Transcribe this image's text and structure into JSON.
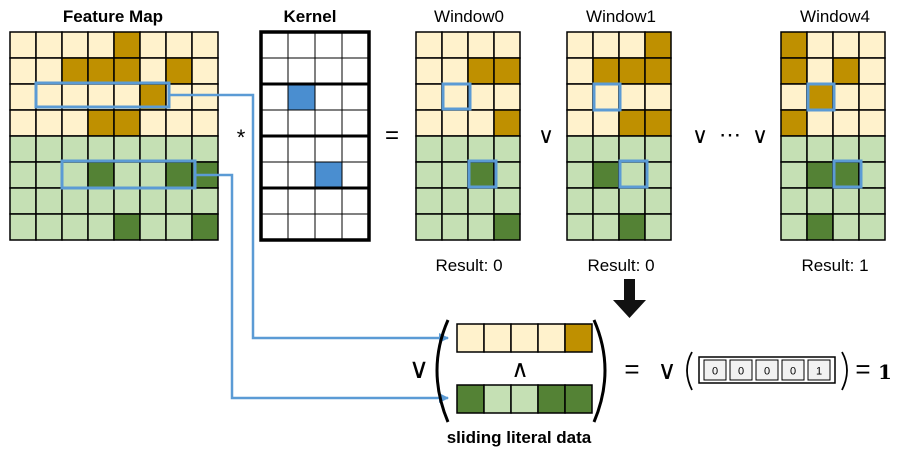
{
  "colors": {
    "light_yellow": "#fff2cc",
    "dark_yellow": "#bf9000",
    "light_green": "#c5e0b4",
    "dark_green": "#548235",
    "highlight_blue": "#5b9bd5",
    "kernel_blue": "#4a8ed0"
  },
  "labels": {
    "feature_map": "Feature Map",
    "kernel": "Kernel",
    "window0": "Window0",
    "window1": "Window1",
    "window4": "Window4",
    "result0": "Result: 0",
    "result1": "Result: 0",
    "result4": "Result: 1",
    "sliding": "sliding literal data",
    "conv_op": "*",
    "equals": "=",
    "or_op": "∨",
    "and_op": "∧",
    "dots": "⋯",
    "final_result": "1"
  },
  "feature_map": {
    "rows": [
      "YYYYDYYY",
      "YYDDDYDY",
      "YYYYYDYY",
      "YYYDDYYY",
      "GGGGGGGG",
      "GGGDGGDD",
      "GGGGGGGG",
      "GGGGDGGD"
    ]
  },
  "windows": [
    {
      "rows": [
        "YYYY",
        "YYDD",
        "YYYY",
        "YYYD",
        "GGGG",
        "GGDG",
        "GGGG",
        "GGGD"
      ]
    },
    {
      "rows": [
        "YYYD",
        "YDDD",
        "YYYY",
        "YYDD",
        "GGGG",
        "GDGG",
        "GGGG",
        "GGDG"
      ]
    },
    {
      "rows": [
        "DYYY",
        "DYDY",
        "YDYY",
        "DYYY",
        "GGGG",
        "GDDG",
        "GGGG",
        "GDGG"
      ]
    }
  ],
  "kernel_marks": [
    [
      2,
      1
    ],
    [
      5,
      2
    ]
  ],
  "sliding_rows": {
    "top": [
      "Y",
      "Y",
      "Y",
      "Y",
      "D"
    ],
    "bottom": [
      "D",
      "G",
      "G",
      "D",
      "D"
    ]
  },
  "result_bits": [
    "0",
    "0",
    "0",
    "0",
    "1"
  ]
}
